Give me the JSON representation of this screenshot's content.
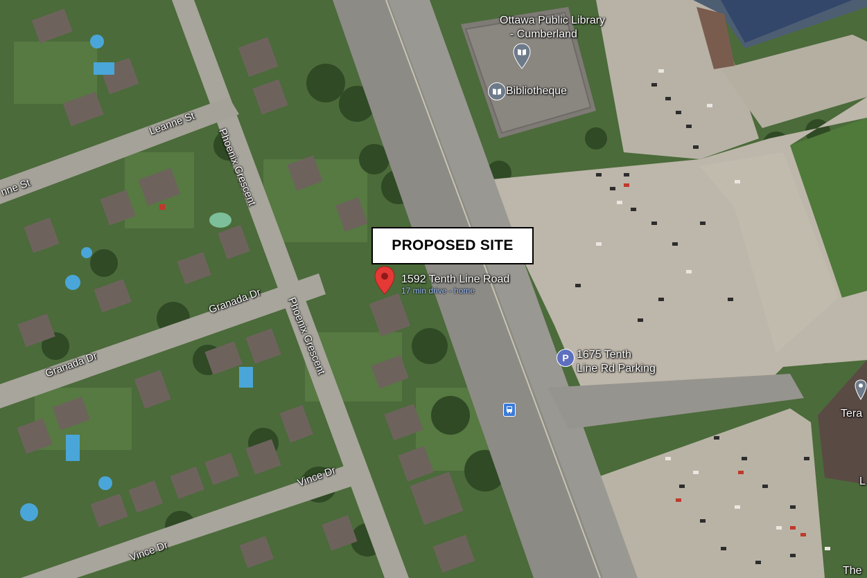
{
  "map": {
    "callout": "PROPOSED SITE",
    "pin": {
      "title": "1592 Tenth Line Road",
      "subtitle": "17 min drive - home",
      "icon": "red-location-pin-icon",
      "color": "#e53935"
    },
    "places": {
      "library_line1": "Ottawa Public Library",
      "library_line2": "- Cumberland",
      "bibliotheque": "Bibliotheque",
      "parking_line1": "1675 Tenth",
      "parking_line2": "Line Rd Parking",
      "parking_icon_letter": "P",
      "library_icon": "book-marker-icon",
      "parking_icon": "parking-marker-icon",
      "terra_partial": "Tera",
      "the_partial": "The",
      "l_partial": "L",
      "poi_color": "#6d7a8a",
      "parking_color": "#5d6fbe"
    },
    "streets": {
      "leanne_main": "Leanne St",
      "leanne_left": "nne St",
      "phoenix_north": "Phoenix Crescent",
      "phoenix_south": "Phoenix Crescent",
      "granada_east": "Granada Dr",
      "granada_west": "Granada Dr",
      "vince_east": "Vince Dr",
      "vince_west": "Vince Dr"
    }
  }
}
